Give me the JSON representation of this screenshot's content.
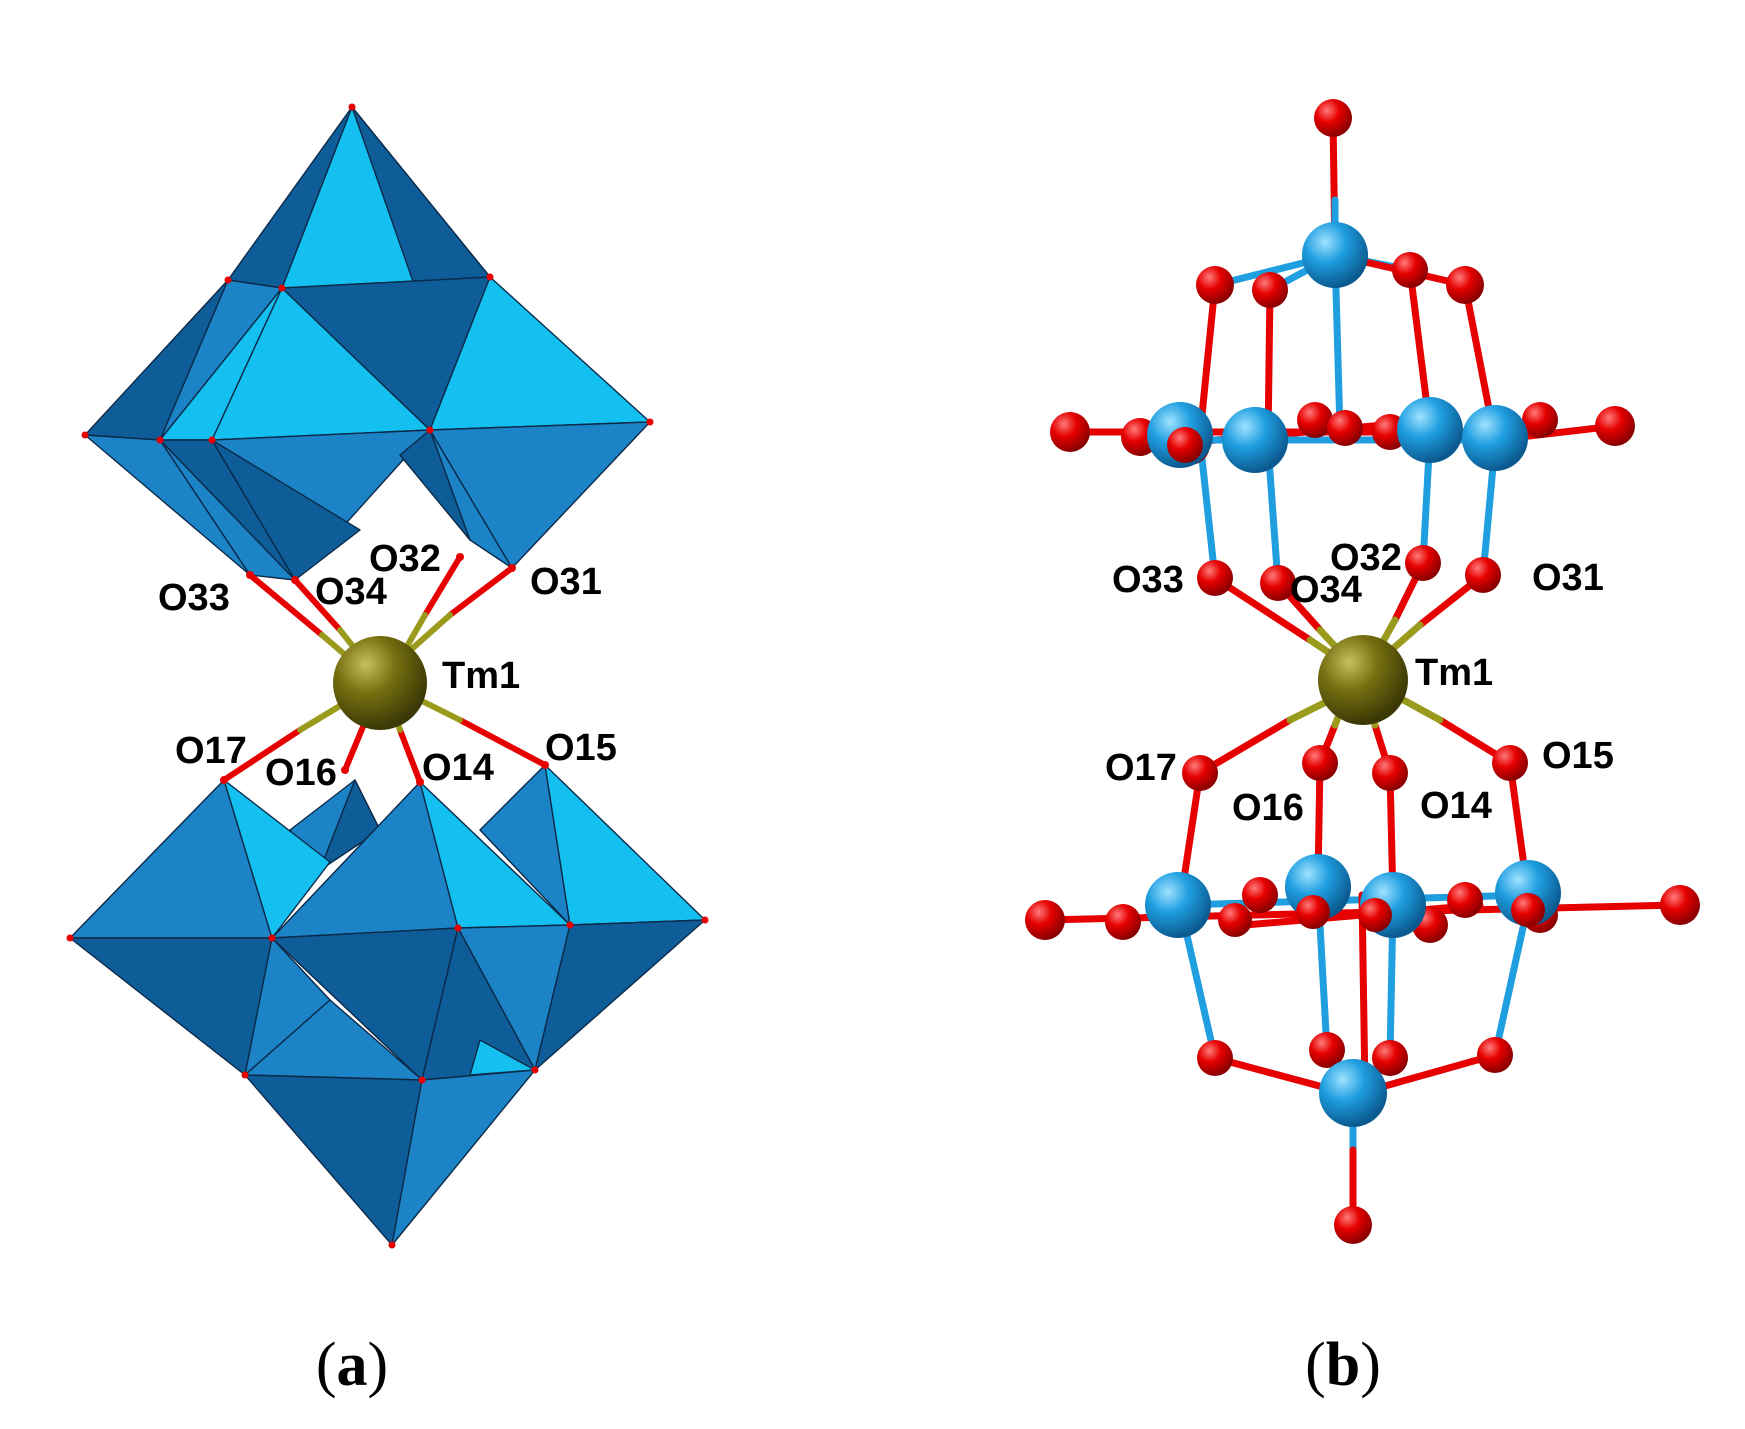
{
  "panels": {
    "a": {
      "caption_open": "(",
      "caption_letter": "a",
      "caption_close": ")",
      "labels": {
        "O33": "O33",
        "O34": "O34",
        "O32": "O32",
        "O31": "O31",
        "Tm1": "Tm1",
        "O17": "O17",
        "O16": "O16",
        "O14": "O14",
        "O15": "O15"
      }
    },
    "b": {
      "caption_open": "(",
      "caption_letter": "b",
      "caption_close": ")",
      "labels": {
        "O33": "O33",
        "O34": "O34",
        "O32": "O32",
        "O31": "O31",
        "Tm1": "Tm1",
        "O17": "O17",
        "O16": "O16",
        "O14": "O14",
        "O15": "O15"
      }
    }
  },
  "colors": {
    "polyhedron_light": "#13c0ef",
    "polyhedron_mid": "#1c84c6",
    "polyhedron_dark": "#0f5d98",
    "oxygen": "#e60000",
    "tungsten": "#1f9ee0",
    "thulium": "#767010",
    "bond_red": "#e60000",
    "bond_blue": "#1f9ee0",
    "bond_olive": "#9a9a1c"
  }
}
